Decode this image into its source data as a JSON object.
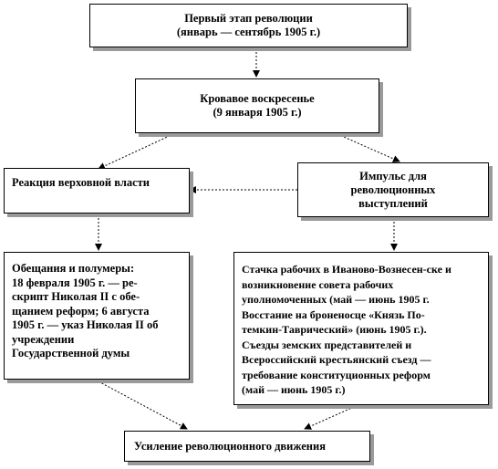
{
  "stage": {
    "line1": "Первый этап революции",
    "line2": "(январь — сентябрь 1905 г.)"
  },
  "sunday": {
    "line1": "Кровавое воскресенье",
    "line2": "(9 января 1905 г.)"
  },
  "reaction": {
    "text": "Реакция верховной власти"
  },
  "impulse": {
    "line1": "Импульс для",
    "line2": "революционных",
    "line3": "выступлений"
  },
  "promises": {
    "lines": [
      "Обещания и полумеры:",
      "18 февраля 1905 г. — ре-",
      "скрипт Николая II с обе-",
      "щанием реформ; 6 августа",
      "1905 г. — указ Николая II об",
      "учреждении",
      "Государственной думы"
    ]
  },
  "events": {
    "lines": [
      "Стачка рабочих в Иваново-Вознесен-ске и",
      "возникновение  совета рабочих",
      "уполномоченных  (май — июнь 1905 г.",
      "Восстание на броненосце «Князь По-",
      "темкин-Таврический» (июнь 1905 г.).",
      "Съезды земских представителей и",
      "Всероссийский крестьянский съезд —",
      "требование конституционных  реформ",
      "(май — июнь 1905 г.)"
    ]
  },
  "growth": {
    "text": "Усиление революционного  движения"
  }
}
